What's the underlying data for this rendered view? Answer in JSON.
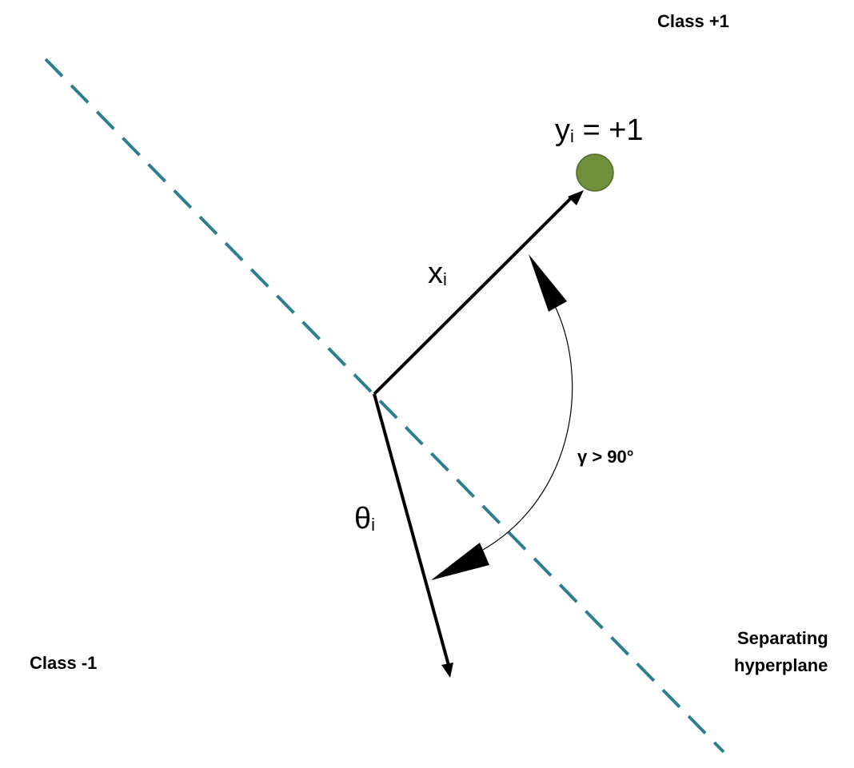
{
  "labels": {
    "class_pos": "Class +1",
    "class_neg": "Class -1",
    "hyperplane_line1": "Separating",
    "hyperplane_line2": "hyperplane",
    "label_y": "y",
    "label_y_sub": "i",
    "label_y_value": " = +1",
    "label_x": "x",
    "label_x_sub": "i",
    "label_theta": "θ",
    "label_theta_sub": "i",
    "angle": "γ > 90°"
  },
  "colors": {
    "hyperplane": "#2E7E8E",
    "point_fill": "#6F8F3A",
    "point_stroke": "#4F6A28",
    "vector": "#000000"
  },
  "icons": {
    "data_point": "circle",
    "vector_head": "arrowhead",
    "angle_arc": "curved-double-arrow"
  }
}
